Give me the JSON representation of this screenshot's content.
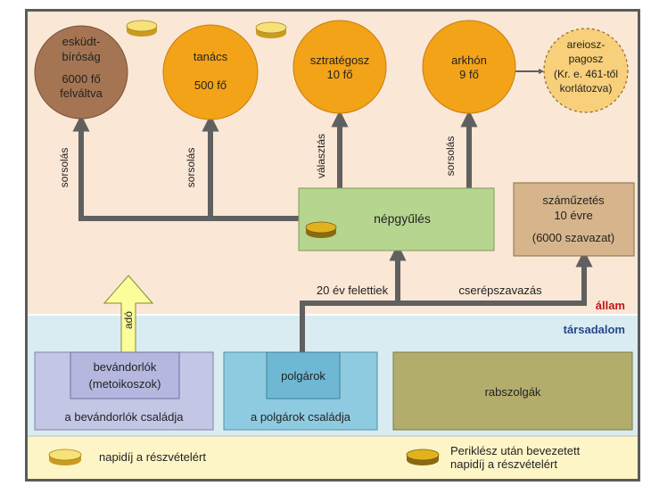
{
  "state": {
    "label": "állam",
    "bodies": [
      {
        "id": "eskudt",
        "lines": [
          "esküdt-",
          "bíróság",
          "6000 fő",
          "felváltva"
        ],
        "color": "#a57553"
      },
      {
        "id": "tanacs",
        "lines": [
          "tanács",
          "",
          "500 fő"
        ],
        "color": "#f3a318"
      },
      {
        "id": "sztrategosz",
        "lines": [
          "sztratégosz",
          "10 fő"
        ],
        "color": "#f3a318"
      },
      {
        "id": "arkhon",
        "lines": [
          "arkhón",
          "9 fő"
        ],
        "color": "#f3a318"
      },
      {
        "id": "areiosz",
        "lines": [
          "areiosz-",
          "pagosz",
          "(Kr. e. 461-től",
          "korlátozva)"
        ],
        "color": "#f8cf7a"
      }
    ],
    "arrow_labels": {
      "eskudt": "sorsolás",
      "tanacs": "sorsolás",
      "sztrategosz": "választás",
      "arkhon": "sorsolás"
    },
    "nepgyules": "népgyűlés",
    "szamuzetes": [
      "száműzetés",
      "10 évre",
      "(6000 szavazat)"
    ],
    "felettiek": "20 év felettiek",
    "cserep": "cserépszavazás",
    "ado": "adó"
  },
  "society": {
    "label": "társadalom",
    "groups": [
      {
        "id": "bevandorlok",
        "inner": [
          "bevándorlók",
          "(metoikoszok)"
        ],
        "outer": "a bevándorlók családja"
      },
      {
        "id": "polgarok",
        "inner": [
          "polgárok"
        ],
        "outer": "a polgárok családja"
      },
      {
        "id": "rabszolgak",
        "inner": [],
        "outer": "rabszolgák"
      }
    ]
  },
  "legend": {
    "item1": "napidíj a részvételért",
    "item2": [
      "Periklész után bevezetett",
      "napidíj a részvételért"
    ]
  },
  "colors": {
    "state_bg": "#fbe7d6",
    "society_bg": "#d9ecf2",
    "legend_bg": "#fdf5c6",
    "arrow": "#606060",
    "green": "#b6d58f",
    "coin": "#f0c53c"
  }
}
